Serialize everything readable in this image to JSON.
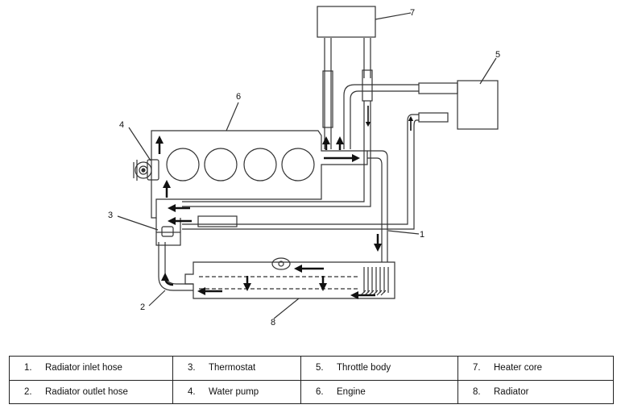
{
  "labels": {
    "l1": "1",
    "l2": "2",
    "l3": "3",
    "l4": "4",
    "l5": "5",
    "l6": "6",
    "l7": "7",
    "l8": "8"
  },
  "legend": {
    "rows": [
      [
        {
          "num": "1.",
          "text": "Radiator inlet hose"
        },
        {
          "num": "3.",
          "text": "Thermostat"
        },
        {
          "num": "5.",
          "text": "Throttle body"
        },
        {
          "num": "7.",
          "text": "Heater core"
        }
      ],
      [
        {
          "num": "2.",
          "text": "Radiator outlet hose"
        },
        {
          "num": "4.",
          "text": "Water pump"
        },
        {
          "num": "6.",
          "text": "Engine"
        },
        {
          "num": "8.",
          "text": "Radiator"
        }
      ]
    ]
  }
}
